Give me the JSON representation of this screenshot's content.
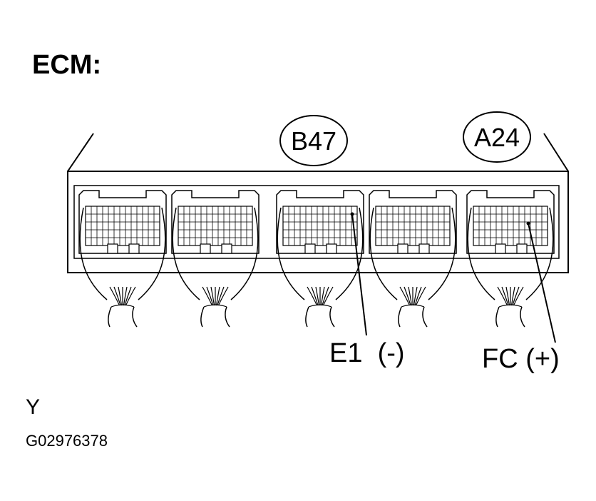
{
  "title": "ECM:",
  "connectors": [
    {
      "id": "B47"
    },
    {
      "id": "A24"
    }
  ],
  "terminals": [
    {
      "label": "E1",
      "polarity": "(-)"
    },
    {
      "label": "FC",
      "polarity": "(+)"
    }
  ],
  "view_label": "Y",
  "figure_code": "G02976378"
}
